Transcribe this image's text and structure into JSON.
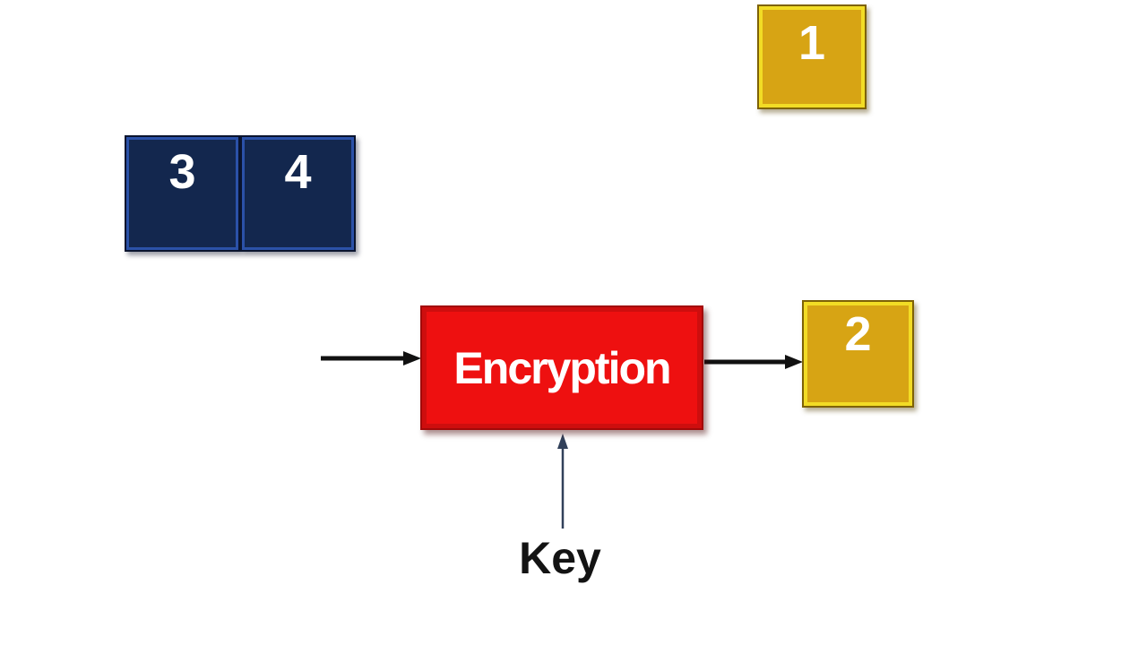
{
  "diagram": {
    "blocks": [
      {
        "id": "block-1",
        "label": "1",
        "style": "gold"
      },
      {
        "id": "block-3",
        "label": "3",
        "style": "navy"
      },
      {
        "id": "block-4",
        "label": "4",
        "style": "navy"
      },
      {
        "id": "encryption-box",
        "label": "Encryption",
        "style": "red"
      },
      {
        "id": "block-2",
        "label": "2",
        "style": "gold"
      }
    ],
    "key_label": "Key"
  },
  "colors": {
    "canvas_bg": "#ffffff",
    "gold_fill": "#D7A414",
    "gold_bevel": "#F2DC25",
    "gold_edge": "#7E6206",
    "navy_fill": "#13274E",
    "navy_bevel": "#2B51A8",
    "navy_edge": "#0A142E",
    "red_fill": "#EE1010",
    "red_bevel": "#CE0E0E",
    "red_edge": "#A30909",
    "digit_text": "#FFFFFF",
    "key_text": "#131313",
    "arrow_dark": "#111111",
    "arrow_slate": "#31405A"
  }
}
